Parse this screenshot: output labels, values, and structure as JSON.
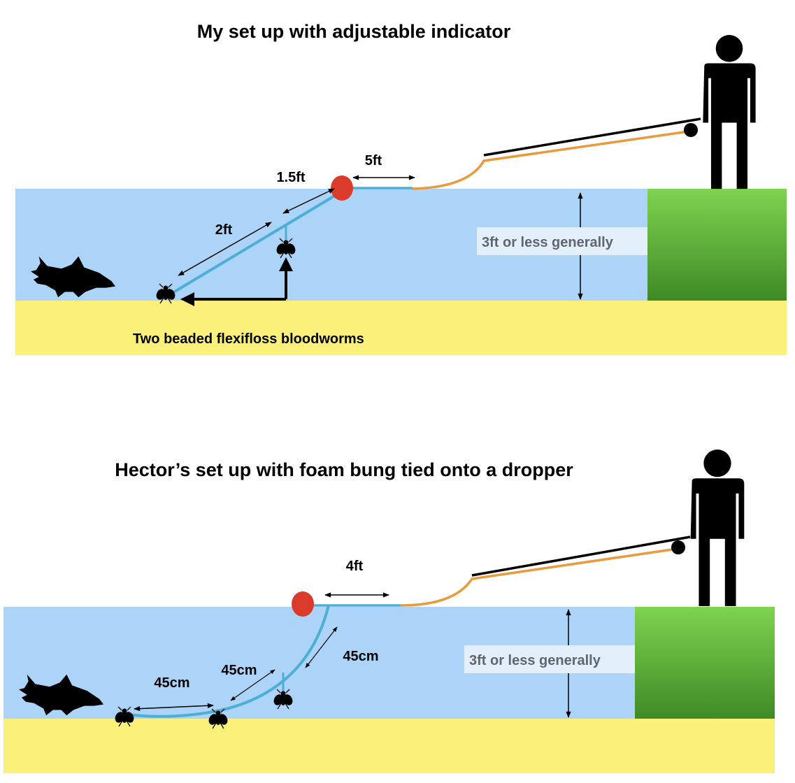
{
  "colors": {
    "water": "#acd3f8",
    "sand": "#fbf07a",
    "bank_top": "#7ed350",
    "bank_bottom": "#3f8a26",
    "line": "#4eaed6",
    "fly_line": "#e99a3c",
    "indicator": "#db3b2b",
    "note_bg": "#e3effb"
  },
  "top": {
    "title": "My set up with adjustable indicator",
    "dist_indicator": "5ft",
    "dist_dropper": "1.5ft",
    "dist_point": "2ft",
    "depth_note": "3ft or less generally",
    "caption": "Two beaded flexifloss bloodworms"
  },
  "bottom": {
    "title": "Hector’s set up with foam bung tied onto a dropper",
    "dist_indicator": "4ft",
    "dist_upper": "45cm",
    "dist_middle": "45cm",
    "dist_lower": "45cm",
    "depth_note": "3ft or less generally"
  },
  "icons": [
    "angler-icon",
    "fish-icon",
    "fly-icon",
    "indicator-icon"
  ]
}
